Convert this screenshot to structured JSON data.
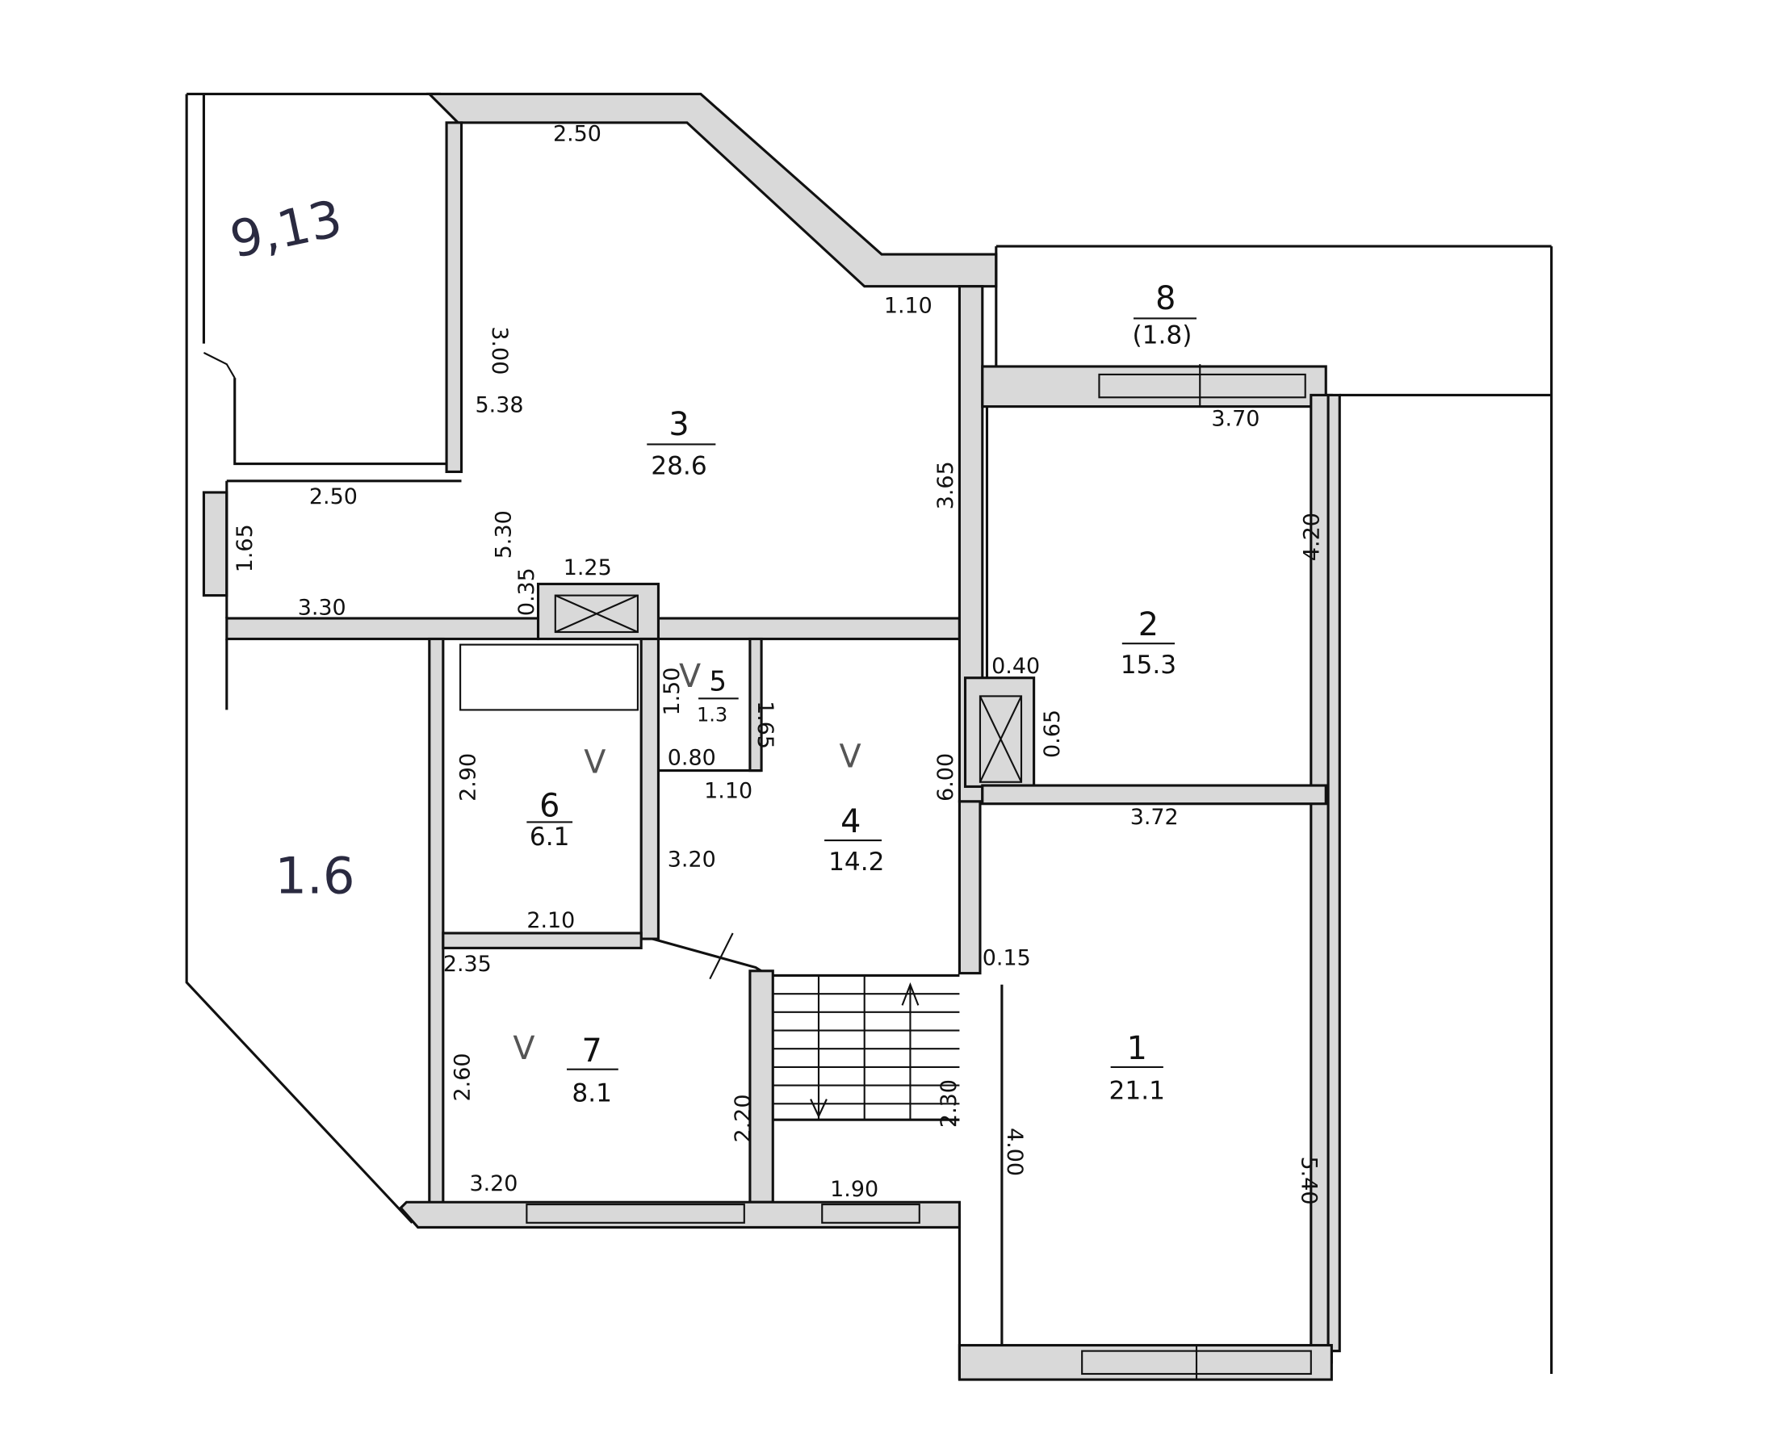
{
  "title": "Floor plan",
  "rooms": [
    {
      "number": "1",
      "area": "21.1"
    },
    {
      "number": "2",
      "area": "15.3"
    },
    {
      "number": "3",
      "area": "28.6"
    },
    {
      "number": "4",
      "area": "14.2"
    },
    {
      "number": "5",
      "area": "1.3"
    },
    {
      "number": "6",
      "area": "6.1"
    },
    {
      "number": "7",
      "area": "8.1"
    },
    {
      "number": "8",
      "area": "(1.8)"
    }
  ],
  "handwritten": {
    "top_left": "9,13",
    "left": "1.6"
  },
  "check_mark": "V",
  "dimensions": {
    "top_window": "2.50",
    "r3_left": "3.00",
    "r3_diag": "1.10",
    "r3_height": "5.38",
    "inner_bottom": "2.50",
    "r3_mid": "5.30",
    "left_window": "1.65",
    "hall": "3.30",
    "shaft_small": "0.35",
    "shaft_w": "1.25",
    "r2_right_side": "3.65",
    "r2_top": "3.70",
    "r2_h": "4.20",
    "shaft2_w": "0.40",
    "shaft2_h": "0.65",
    "r5_h": "1.50",
    "r5_side": "1.65",
    "r5_w": "0.80",
    "r5_bottom": "1.10",
    "r6_h": "2.90",
    "r4_h": "6.00",
    "r6_side": "3.20",
    "r1_top": "3.72",
    "r6_w": "2.10",
    "r7_top": "2.35",
    "r1_offset": "0.15",
    "r7_h": "2.60",
    "r7_side": "2.20",
    "stairs": "2.30",
    "r1_h": "4.00",
    "r1_right": "5.40",
    "r7_w": "3.20",
    "stair_w": "1.90"
  }
}
